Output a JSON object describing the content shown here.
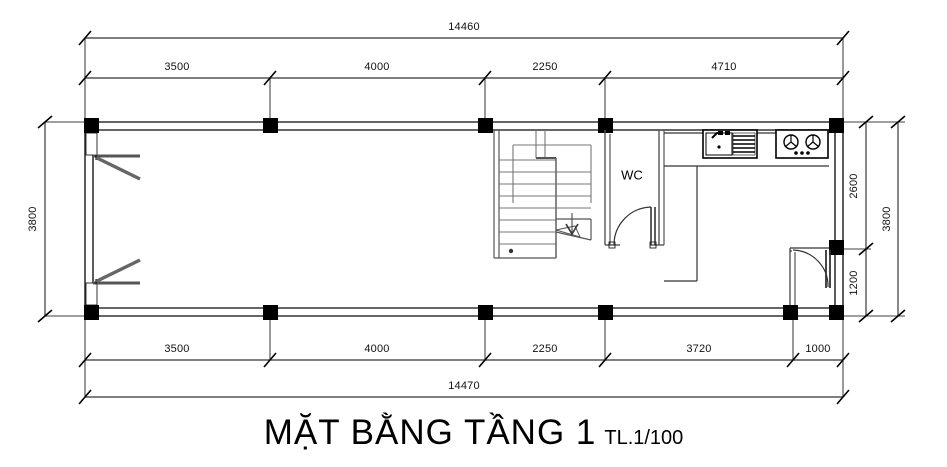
{
  "drawing": {
    "title": "MẶT BẰNG TẦNG 1",
    "scale_label": "TL.1/100",
    "units": "mm",
    "line_color": "#000000",
    "wall_fill": "#000000",
    "paper_color": "#ffffff"
  },
  "overall": {
    "top_total": "14460",
    "bottom_total": "14470",
    "left_height": "3800",
    "right_height": "3800"
  },
  "dimensions": {
    "top_chain": [
      {
        "label": "3500"
      },
      {
        "label": "4000"
      },
      {
        "label": "2250"
      },
      {
        "label": "4710"
      }
    ],
    "bottom_chain": [
      {
        "label": "3500"
      },
      {
        "label": "4000"
      },
      {
        "label": "2250"
      },
      {
        "label": "3720"
      },
      {
        "label": "1000"
      }
    ],
    "right_chain": [
      {
        "label": "2600"
      },
      {
        "label": "1200"
      }
    ]
  },
  "rooms": [
    {
      "name": "wc",
      "label": "WC"
    }
  ],
  "fixtures": [
    {
      "name": "kitchen-sink",
      "label": "sink-icon"
    },
    {
      "name": "kitchen-drainboard",
      "label": "drainboard-icon"
    },
    {
      "name": "gas-cooktop",
      "label": "cooktop-2-burner-icon"
    },
    {
      "name": "staircase",
      "label": "stair-up-icon"
    },
    {
      "name": "wc-door",
      "label": "door-swing-icon"
    },
    {
      "name": "entrance-door",
      "label": "door-swing-icon"
    },
    {
      "name": "window-left-top",
      "label": "window-swing-icon"
    },
    {
      "name": "window-left-bottom",
      "label": "window-swing-icon"
    }
  ]
}
